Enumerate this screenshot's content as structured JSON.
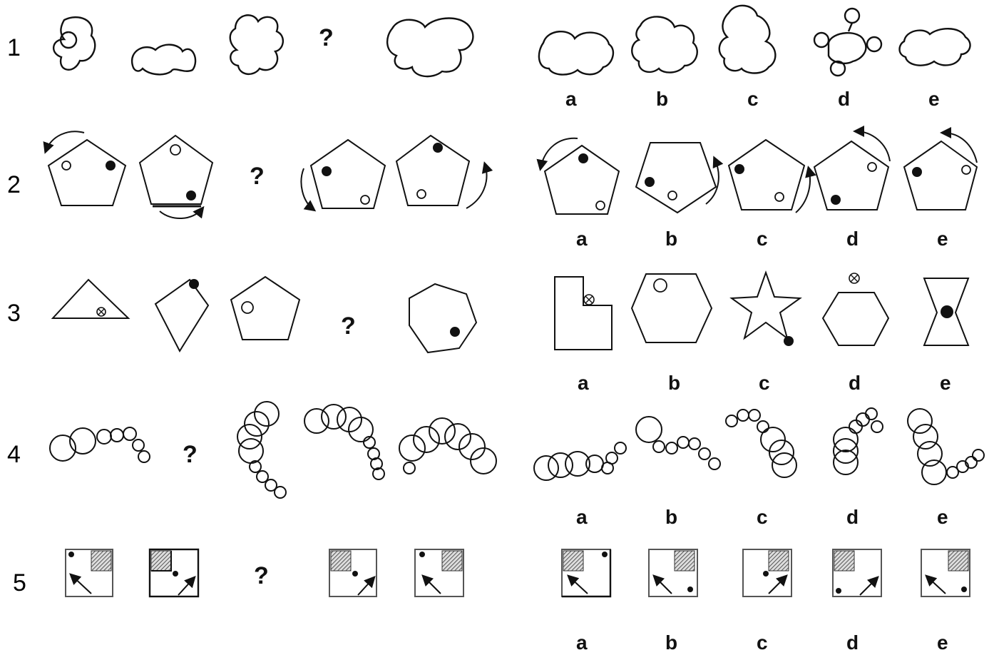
{
  "rows": [
    {
      "number": "1",
      "question_mark": "?",
      "option_labels": [
        "a",
        "b",
        "c",
        "d",
        "e"
      ]
    },
    {
      "number": "2",
      "question_mark": "?",
      "option_labels": [
        "a",
        "b",
        "c",
        "d",
        "e"
      ]
    },
    {
      "number": "3",
      "question_mark": "?",
      "option_labels": [
        "a",
        "b",
        "c",
        "d",
        "e"
      ]
    },
    {
      "number": "4",
      "question_mark": "?",
      "option_labels": [
        "a",
        "b",
        "c",
        "d",
        "e"
      ]
    },
    {
      "number": "5",
      "question_mark": "?",
      "option_labels": [
        "a",
        "b",
        "c",
        "d",
        "e"
      ]
    }
  ]
}
